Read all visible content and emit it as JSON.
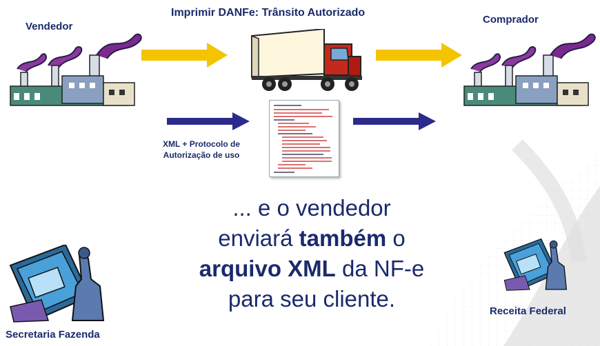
{
  "labels": {
    "title": "Imprimir DANFe: Trânsito Autorizado",
    "vendedor": "Vendedor",
    "comprador": "Comprador",
    "xml_line1": "XML + Protocolo de",
    "xml_line2": "Autorização de uso",
    "secretaria": "Secretaria Fazenda",
    "receita": "Receita Federal"
  },
  "caption": {
    "part1": "... e o vendedor enviará ",
    "bold1": "também",
    "part2": " o ",
    "bold2": "arquivo XML",
    "part3": " da NF-e para seu cliente."
  },
  "colors": {
    "text": "#1a2a6c",
    "yellow_arrow": "#f5c400",
    "blue_arrow": "#2b2b8c"
  },
  "icons": [
    "factory-icon",
    "truck-icon",
    "xml-document-icon",
    "computer-operator-icon"
  ]
}
